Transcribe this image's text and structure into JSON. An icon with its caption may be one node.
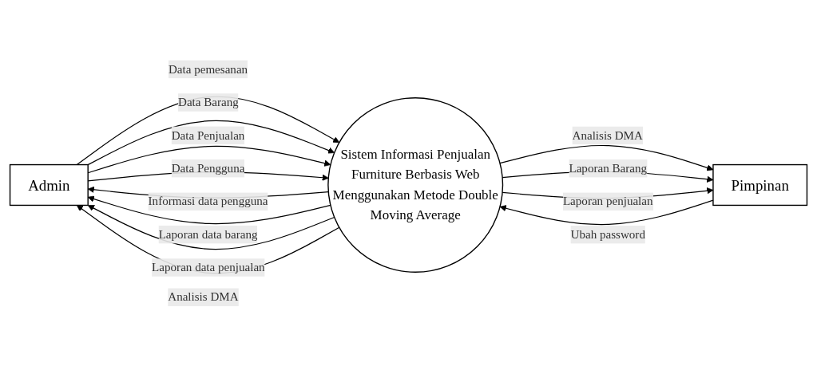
{
  "diagram": {
    "nodes": [
      {
        "text": [
          "Admin"
        ]
      },
      {
        "text": [
          "Sistem Informasi Penjualan Furniture Berbasis Web Menggunakan Metode Double Moving Average"
        ]
      },
      {
        "text": [
          "Pimpinan"
        ]
      }
    ],
    "edges": [
      {
        "from": 0,
        "to": 1,
        "arrow": "to",
        "label": "Data pemesanan"
      },
      {
        "from": 0,
        "to": 1,
        "arrow": "to",
        "label": "Data Barang"
      },
      {
        "from": 0,
        "to": 1,
        "arrow": "to",
        "label": "Data Penjualan"
      },
      {
        "from": 0,
        "to": 1,
        "arrow": "to",
        "label": "Data Pengguna"
      },
      {
        "from": 1,
        "to": 2,
        "arrow": "to",
        "label": "Analisis DMA"
      },
      {
        "from": 1,
        "to": 2,
        "arrow": "to",
        "label": "Laporan Barang"
      },
      {
        "from": 1,
        "to": 2,
        "arrow": "to",
        "label": "Laporan penjualan"
      },
      {
        "from": 2,
        "to": 1,
        "arrow": "to",
        "label": "Ubah password"
      },
      {
        "from": 1,
        "to": 0,
        "arrow": "to",
        "label": "Informasi data pengguna"
      },
      {
        "from": 1,
        "to": 0,
        "arrow": "to",
        "label": "Laporan data barang"
      },
      {
        "from": 1,
        "to": 0,
        "arrow": "to",
        "label": "Laporan data penjualan"
      },
      {
        "from": 1,
        "to": 0,
        "arrow": "to",
        "label": "Analisis DMA"
      }
    ]
  }
}
